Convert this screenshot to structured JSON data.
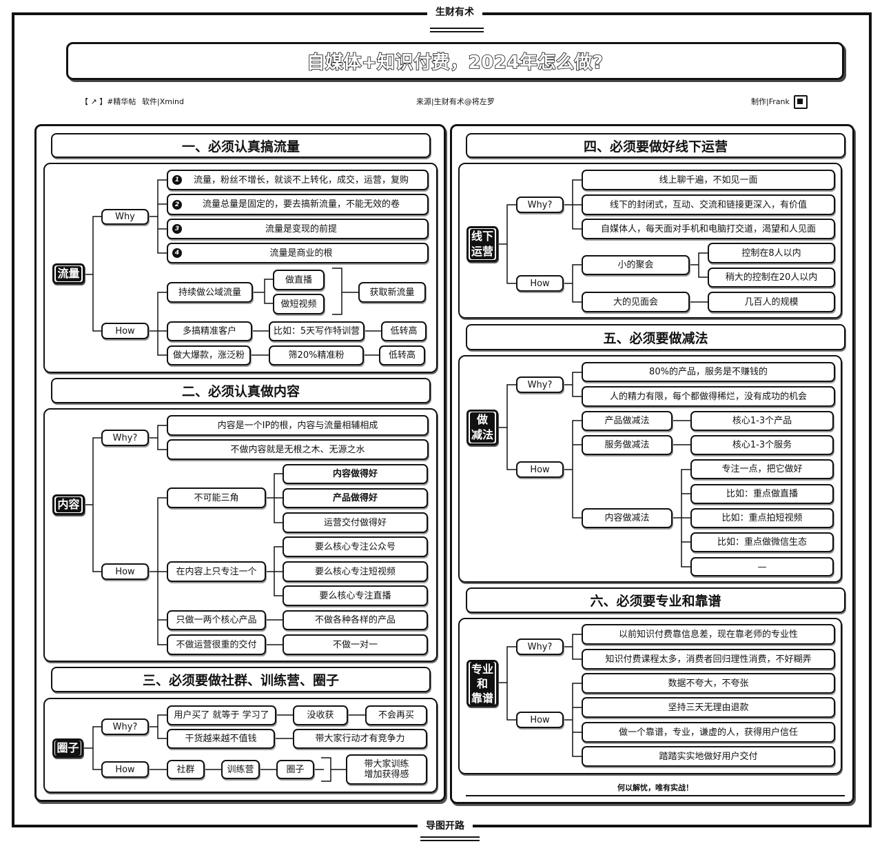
{
  "frame": {
    "top_label": "生财有术",
    "bottom_label": "导图开路"
  },
  "title": "自媒体+知识付费，2024年怎么做?",
  "meta": {
    "left": "【 ↗ 】#精华帖",
    "software": "软件|Xmind",
    "source": "来源|生财有术@将左罗",
    "maker": "制作|Frank"
  },
  "s1": {
    "header": "一、必须认真搞流量",
    "cat": "流量",
    "why": "Why",
    "how": "How",
    "reasons": [
      "流量，粉丝不增长，就谈不上转化，成交，运营，复购",
      "流量总量是固定的，要去搞新流量，不能无效的卷",
      "流量是变现的前提",
      "流量是商业的根"
    ],
    "nums": [
      "1",
      "2",
      "3",
      "4"
    ],
    "h1": "持续做公域流量",
    "h1a": "做直播",
    "h1b": "做短视频",
    "h1r": "获取新流量",
    "h2": "多搞精准客户",
    "h2a": "比如：5天写作特训营",
    "h2b": "低转高",
    "h3": "做大爆款，涨泛粉",
    "h3a": "筛20%精准粉",
    "h3b": "低转高"
  },
  "s2": {
    "header": "二、必须认真做内容",
    "cat": "内容",
    "why": "Why?",
    "how": "How",
    "reasons": [
      "内容是一个IP的根，内容与流量相辅相成",
      "不做内容就是无根之木、无源之水"
    ],
    "h1": "不可能三角",
    "h1items": [
      "内容做得好",
      "产品做得好",
      "运营交付做得好"
    ],
    "h2": "在内容上只专注一个",
    "h2items": [
      "要么核心专注公众号",
      "要么核心专注短视频",
      "要么核心专注直播"
    ],
    "h3": "只做一两个核心产品",
    "h3a": "不做各种各样的产品",
    "h4": "不做运营很重的交付",
    "h4a": "不做一对一"
  },
  "s3": {
    "header": "三、必须要做社群、训练营、圈子",
    "cat": "圈子",
    "why": "Why?",
    "how": "How",
    "w1": "用户买了 就等于 学习了",
    "w1a": "没收获",
    "w1b": "不会再买",
    "w2": "干货越来越不值钱",
    "w2a": "带大家行动才有竞争力",
    "how_items": [
      "社群",
      "训练营",
      "圈子"
    ],
    "how_result": "带大家训练\n增加获得感"
  },
  "s4": {
    "header": "四、必须要做好线下运营",
    "cat": "线下\n运营",
    "why": "Why?",
    "how": "How",
    "reasons": [
      "线上聊千遍，不如见一面",
      "线下的封闭式，互动、交流和链接更深入，有价值",
      "自媒体人，每天面对手机和电脑打交道，渴望和人见面"
    ],
    "h1": "小的聚会",
    "h1a": "控制在8人以内",
    "h1b": "稍大的控制在20人以内",
    "h2": "大的见面会",
    "h2a": "几百人的规模"
  },
  "s5": {
    "header": "五、必须要做减法",
    "cat": "做\n减法",
    "why": "Why?",
    "how": "How",
    "reasons": [
      "80%的产品，服务是不赚钱的",
      "人的精力有限，每个都做得稀烂，没有成功的机会"
    ],
    "h1": "产品做减法",
    "h1a": "核心1-3个产品",
    "h2": "服务做减法",
    "h2a": "核心1-3个服务",
    "h3": "内容做减法",
    "h3items": [
      "专注一点，把它做好",
      "比如：重点做直播",
      "比如：重点拍短视频",
      "比如：重点做微信生态",
      "—"
    ]
  },
  "s6": {
    "header": "六、必须要专业和靠谱",
    "cat": "专业\n和\n靠谱",
    "why": "Why?",
    "how": "How",
    "reasons": [
      "以前知识付费靠信息差，现在靠老师的专业性",
      "知识付费课程太多，消费者回归理性消费，不好糊弄"
    ],
    "how_items": [
      "数据不夸大，不夸张",
      "坚持三天无理由退款",
      "做一个靠谱，专业，谦虚的人，获得用户信任",
      "踏踏实实地做好用户交付"
    ]
  },
  "footer": "何以解忧，唯有实战！"
}
